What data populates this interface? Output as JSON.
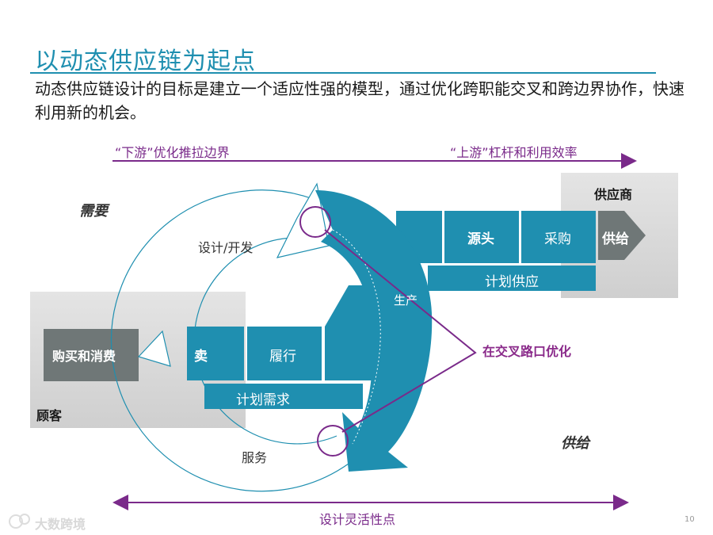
{
  "title": "以动态供应链为起点",
  "subtitle": "动态供应链设计的目标是建立一个适应性强的模型，通过优化跨职能交叉和跨边界协作，快速利用新的机会。",
  "top_arrow": {
    "left_label": "“下游”优化推拉边界",
    "right_label": "“上游”杠杆和利用效率"
  },
  "corners": {
    "demand": "需要",
    "supply": "供给",
    "supplier": "供应商",
    "customer": "顾客"
  },
  "customer_box": {
    "label": "购买和消费"
  },
  "supplier_arrow": {
    "label": "供给"
  },
  "upper_row": {
    "source": "源头",
    "purchase": "采购",
    "plan_supply": "计划供应"
  },
  "lower_row": {
    "sell": "卖",
    "fulfill": "履行",
    "plan_demand": "计划需求"
  },
  "cycle": {
    "design": "设计/开发",
    "service": "服务",
    "production": "生产"
  },
  "crossroad_label": "在交叉路口优化",
  "bottom_arrow": {
    "label": "设计灵活性点"
  },
  "page_number": "10",
  "watermark": "大数跨境",
  "colors": {
    "teal": "#1f8fb0",
    "purple": "#7a2a8a",
    "gray_box": "#d9d9d9",
    "dark_gray": "#6f7777"
  }
}
